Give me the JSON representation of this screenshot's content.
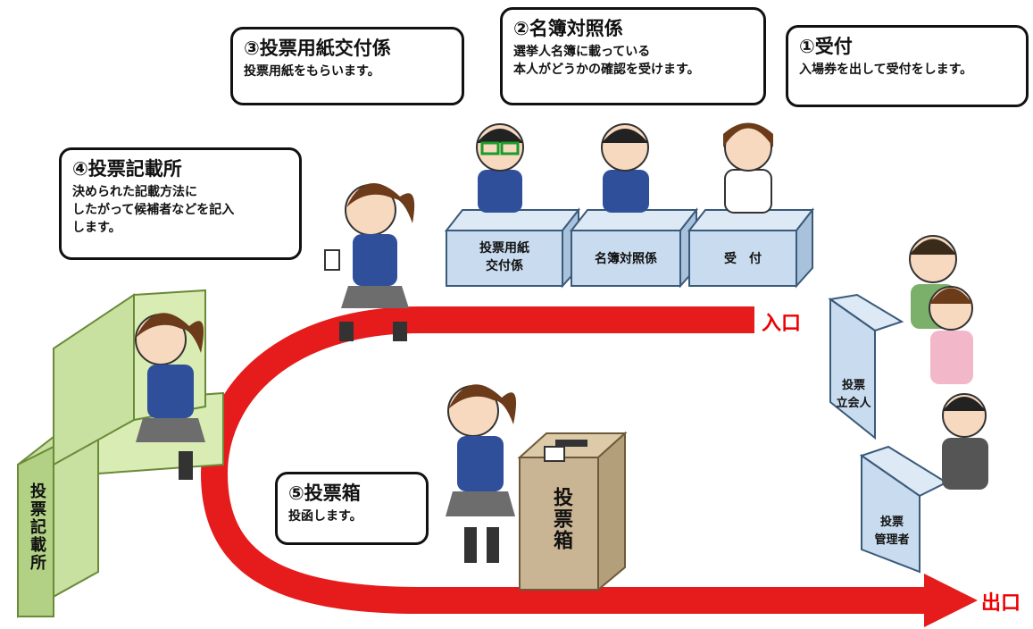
{
  "bubbles": {
    "uketsuke": {
      "title": "①受付",
      "body": [
        "入場券を出して受付をします。"
      ]
    },
    "meibo": {
      "title": "②名簿対照係",
      "body": [
        "選挙人名簿に載っている",
        "本人がどうかの確認を受けます。"
      ]
    },
    "yoshi": {
      "title": "③投票用紙交付係",
      "body": [
        "投票用紙をもらいます。"
      ]
    },
    "kisai": {
      "title": "④投票記載所",
      "body": [
        "決められた記載方法に",
        "したがって候補者などを記入",
        "します。"
      ]
    },
    "bako": {
      "title": "⑤投票箱",
      "body": [
        "投函します。"
      ]
    }
  },
  "desks": {
    "yoshi": [
      "投票用紙",
      "交付係"
    ],
    "meibo": "名簿対照係",
    "uketsuke": "受　付",
    "tachiainin": [
      "投票",
      "立会人"
    ],
    "kanrisha": [
      "投票",
      "管理者"
    ]
  },
  "booth_label": "投票記載所",
  "box_label": "投票箱",
  "path": {
    "entrance": "入口",
    "exit": "出口"
  },
  "colors": {
    "arrow": "#e61b1b",
    "desk": "#c9dcef",
    "booth": "#c8e0a0",
    "box": "#c9b594",
    "blazer": "#2f4f9a",
    "skirt": "#6d6d6d",
    "hair": "#6b3b1a"
  }
}
